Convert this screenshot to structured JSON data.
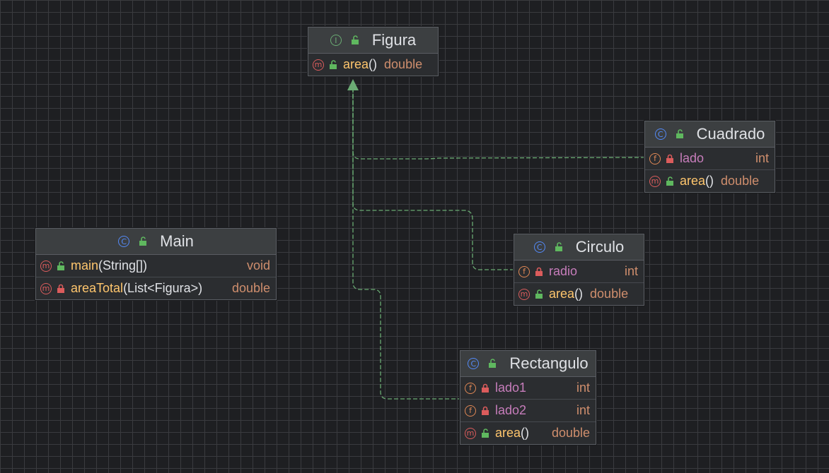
{
  "nodes": {
    "figura": {
      "kind": "I",
      "name": "Figura",
      "members": [
        {
          "kind": "m",
          "name": "area",
          "args": "()",
          "type": "double"
        }
      ]
    },
    "cuadrado": {
      "kind": "C",
      "name": "Cuadrado",
      "members": [
        {
          "kind": "f",
          "name": "lado",
          "type": "int"
        },
        {
          "kind": "m",
          "name": "area",
          "args": "()",
          "type": "double"
        }
      ]
    },
    "main": {
      "kind": "C",
      "name": "Main",
      "members": [
        {
          "kind": "m",
          "name": "main",
          "args": "(String[])",
          "type": "void"
        },
        {
          "kind": "m",
          "name": "areaTotal",
          "args": "(List<Figura>)",
          "type": "double"
        }
      ]
    },
    "circulo": {
      "kind": "C",
      "name": "Circulo",
      "members": [
        {
          "kind": "f",
          "name": "radio",
          "type": "int"
        },
        {
          "kind": "m",
          "name": "area",
          "args": "()",
          "type": "double"
        }
      ]
    },
    "rectangulo": {
      "kind": "C",
      "name": "Rectangulo",
      "members": [
        {
          "kind": "f",
          "name": "lado1",
          "type": "int"
        },
        {
          "kind": "f",
          "name": "lado2",
          "type": "int"
        },
        {
          "kind": "m",
          "name": "area",
          "args": "()",
          "type": "double"
        }
      ]
    }
  },
  "relations": [
    {
      "from": "Cuadrado",
      "to": "Figura",
      "type": "implements"
    },
    {
      "from": "Circulo",
      "to": "Figura",
      "type": "implements"
    },
    {
      "from": "Rectangulo",
      "to": "Figura",
      "type": "implements"
    }
  ],
  "colors": {
    "background": "#1e1f22",
    "node_header": "#3c3f41",
    "node_body": "#2b2d30",
    "method_name": "#ffc66d",
    "field_name": "#c77dbb",
    "type": "#cf8e6d",
    "edge": "#6aab73"
  }
}
